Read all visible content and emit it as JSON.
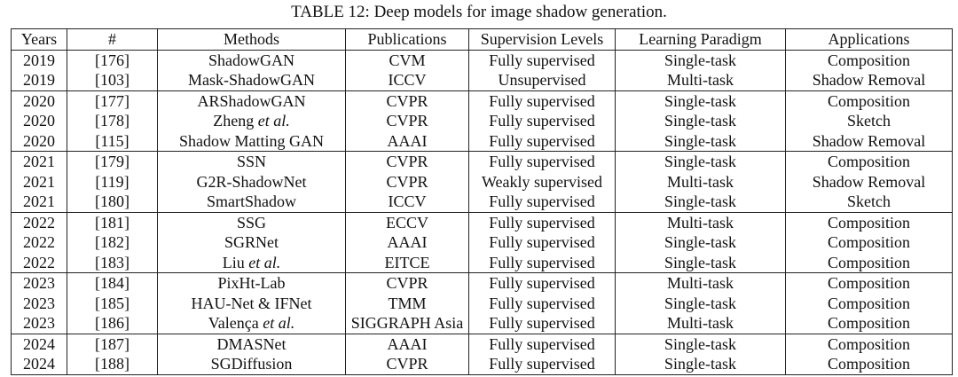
{
  "caption": "TABLE 12: Deep models for image shadow generation.",
  "columns": [
    "Years",
    "#",
    "Methods",
    "Publications",
    "Supervision Levels",
    "Learning Paradigm",
    "Applications"
  ],
  "rows": [
    {
      "year": "2019",
      "ref": "[176]",
      "method": "ShadowGAN",
      "method_suffix": "",
      "pub": "CVM",
      "supervision": "Fully supervised",
      "paradigm": "Single-task",
      "application": "Composition"
    },
    {
      "year": "2019",
      "ref": "[103]",
      "method": "Mask-ShadowGAN",
      "method_suffix": "",
      "pub": "ICCV",
      "supervision": "Unsupervised",
      "paradigm": "Multi-task",
      "application": "Shadow Removal"
    },
    {
      "year": "2020",
      "ref": "[177]",
      "method": "ARShadowGAN",
      "method_suffix": "",
      "pub": "CVPR",
      "supervision": "Fully supervised",
      "paradigm": "Single-task",
      "application": "Composition"
    },
    {
      "year": "2020",
      "ref": "[178]",
      "method": "Zheng ",
      "method_suffix": "et al.",
      "pub": "CVPR",
      "supervision": "Fully supervised",
      "paradigm": "Single-task",
      "application": "Sketch"
    },
    {
      "year": "2020",
      "ref": "[115]",
      "method": "Shadow Matting GAN",
      "method_suffix": "",
      "pub": "AAAI",
      "supervision": "Fully supervised",
      "paradigm": "Single-task",
      "application": "Shadow Removal"
    },
    {
      "year": "2021",
      "ref": "[179]",
      "method": "SSN",
      "method_suffix": "",
      "pub": "CVPR",
      "supervision": "Fully supervised",
      "paradigm": "Single-task",
      "application": "Composition"
    },
    {
      "year": "2021",
      "ref": "[119]",
      "method": "G2R-ShadowNet",
      "method_suffix": "",
      "pub": "CVPR",
      "supervision": "Weakly supervised",
      "paradigm": "Multi-task",
      "application": "Shadow Removal"
    },
    {
      "year": "2021",
      "ref": "[180]",
      "method": "SmartShadow",
      "method_suffix": "",
      "pub": "ICCV",
      "supervision": "Fully supervised",
      "paradigm": "Single-task",
      "application": "Sketch"
    },
    {
      "year": "2022",
      "ref": "[181]",
      "method": "SSG",
      "method_suffix": "",
      "pub": "ECCV",
      "supervision": "Fully supervised",
      "paradigm": "Multi-task",
      "application": "Composition"
    },
    {
      "year": "2022",
      "ref": "[182]",
      "method": "SGRNet",
      "method_suffix": "",
      "pub": "AAAI",
      "supervision": "Fully supervised",
      "paradigm": "Single-task",
      "application": "Composition"
    },
    {
      "year": "2022",
      "ref": "[183]",
      "method": "Liu ",
      "method_suffix": "et al.",
      "pub": "EITCE",
      "supervision": "Fully supervised",
      "paradigm": "Single-task",
      "application": "Composition"
    },
    {
      "year": "2023",
      "ref": "[184]",
      "method": "PixHt-Lab",
      "method_suffix": "",
      "pub": "CVPR",
      "supervision": "Fully supervised",
      "paradigm": "Multi-task",
      "application": "Composition"
    },
    {
      "year": "2023",
      "ref": "[185]",
      "method": "HAU-Net & IFNet",
      "method_suffix": "",
      "pub": "TMM",
      "supervision": "Fully supervised",
      "paradigm": "Single-task",
      "application": "Composition"
    },
    {
      "year": "2023",
      "ref": "[186]",
      "method": "Valença ",
      "method_suffix": "et al.",
      "pub": "SIGGRAPH Asia",
      "supervision": "Fully supervised",
      "paradigm": "Multi-task",
      "application": "Composition"
    },
    {
      "year": "2024",
      "ref": "[187]",
      "method": "DMASNet",
      "method_suffix": "",
      "pub": "AAAI",
      "supervision": "Fully supervised",
      "paradigm": "Single-task",
      "application": "Composition"
    },
    {
      "year": "2024",
      "ref": "[188]",
      "method": "SGDiffusion",
      "method_suffix": "",
      "pub": "CVPR",
      "supervision": "Fully supervised",
      "paradigm": "Single-task",
      "application": "Composition"
    }
  ]
}
